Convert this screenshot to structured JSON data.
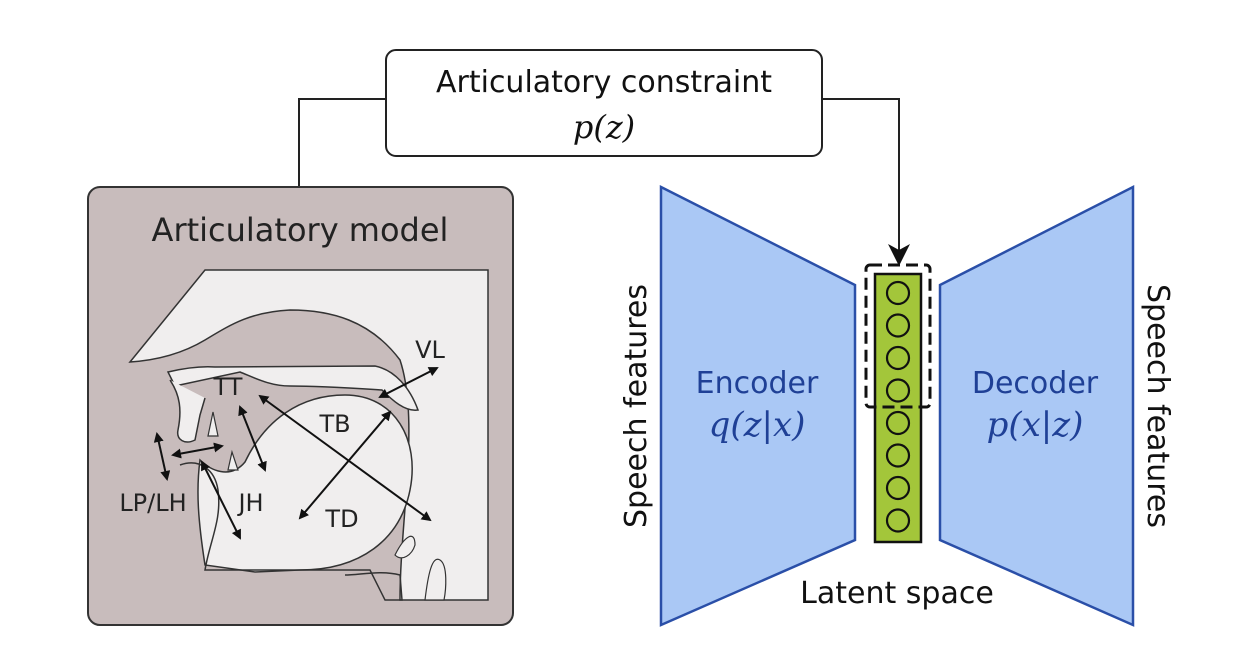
{
  "constraint_box": {
    "title": "Articulatory constraint",
    "formula": "p(z)"
  },
  "articulatory_model": {
    "title": "Articulatory model",
    "labels": {
      "tt": "TT",
      "tb": "TB",
      "vl": "VL",
      "lp_lh": "LP/LH",
      "jh": "JH",
      "td": "TD"
    }
  },
  "encoder": {
    "label": "Encoder",
    "formula": "q(z|x)"
  },
  "decoder": {
    "label": "Decoder",
    "formula": "p(x|z)"
  },
  "speech_features_left": "Speech features",
  "speech_features_right": "Speech features",
  "latent_space_label": "Latent space",
  "latent_units": 8,
  "constrained_units": 4,
  "colors": {
    "model_box": "#c8bcbc",
    "vocal_tract": "#f0eeee",
    "network_fill": "#aac8f5",
    "network_stroke": "#2a4fa8",
    "latent_fill": "#a3c63a",
    "network_text": "#1f4096"
  }
}
